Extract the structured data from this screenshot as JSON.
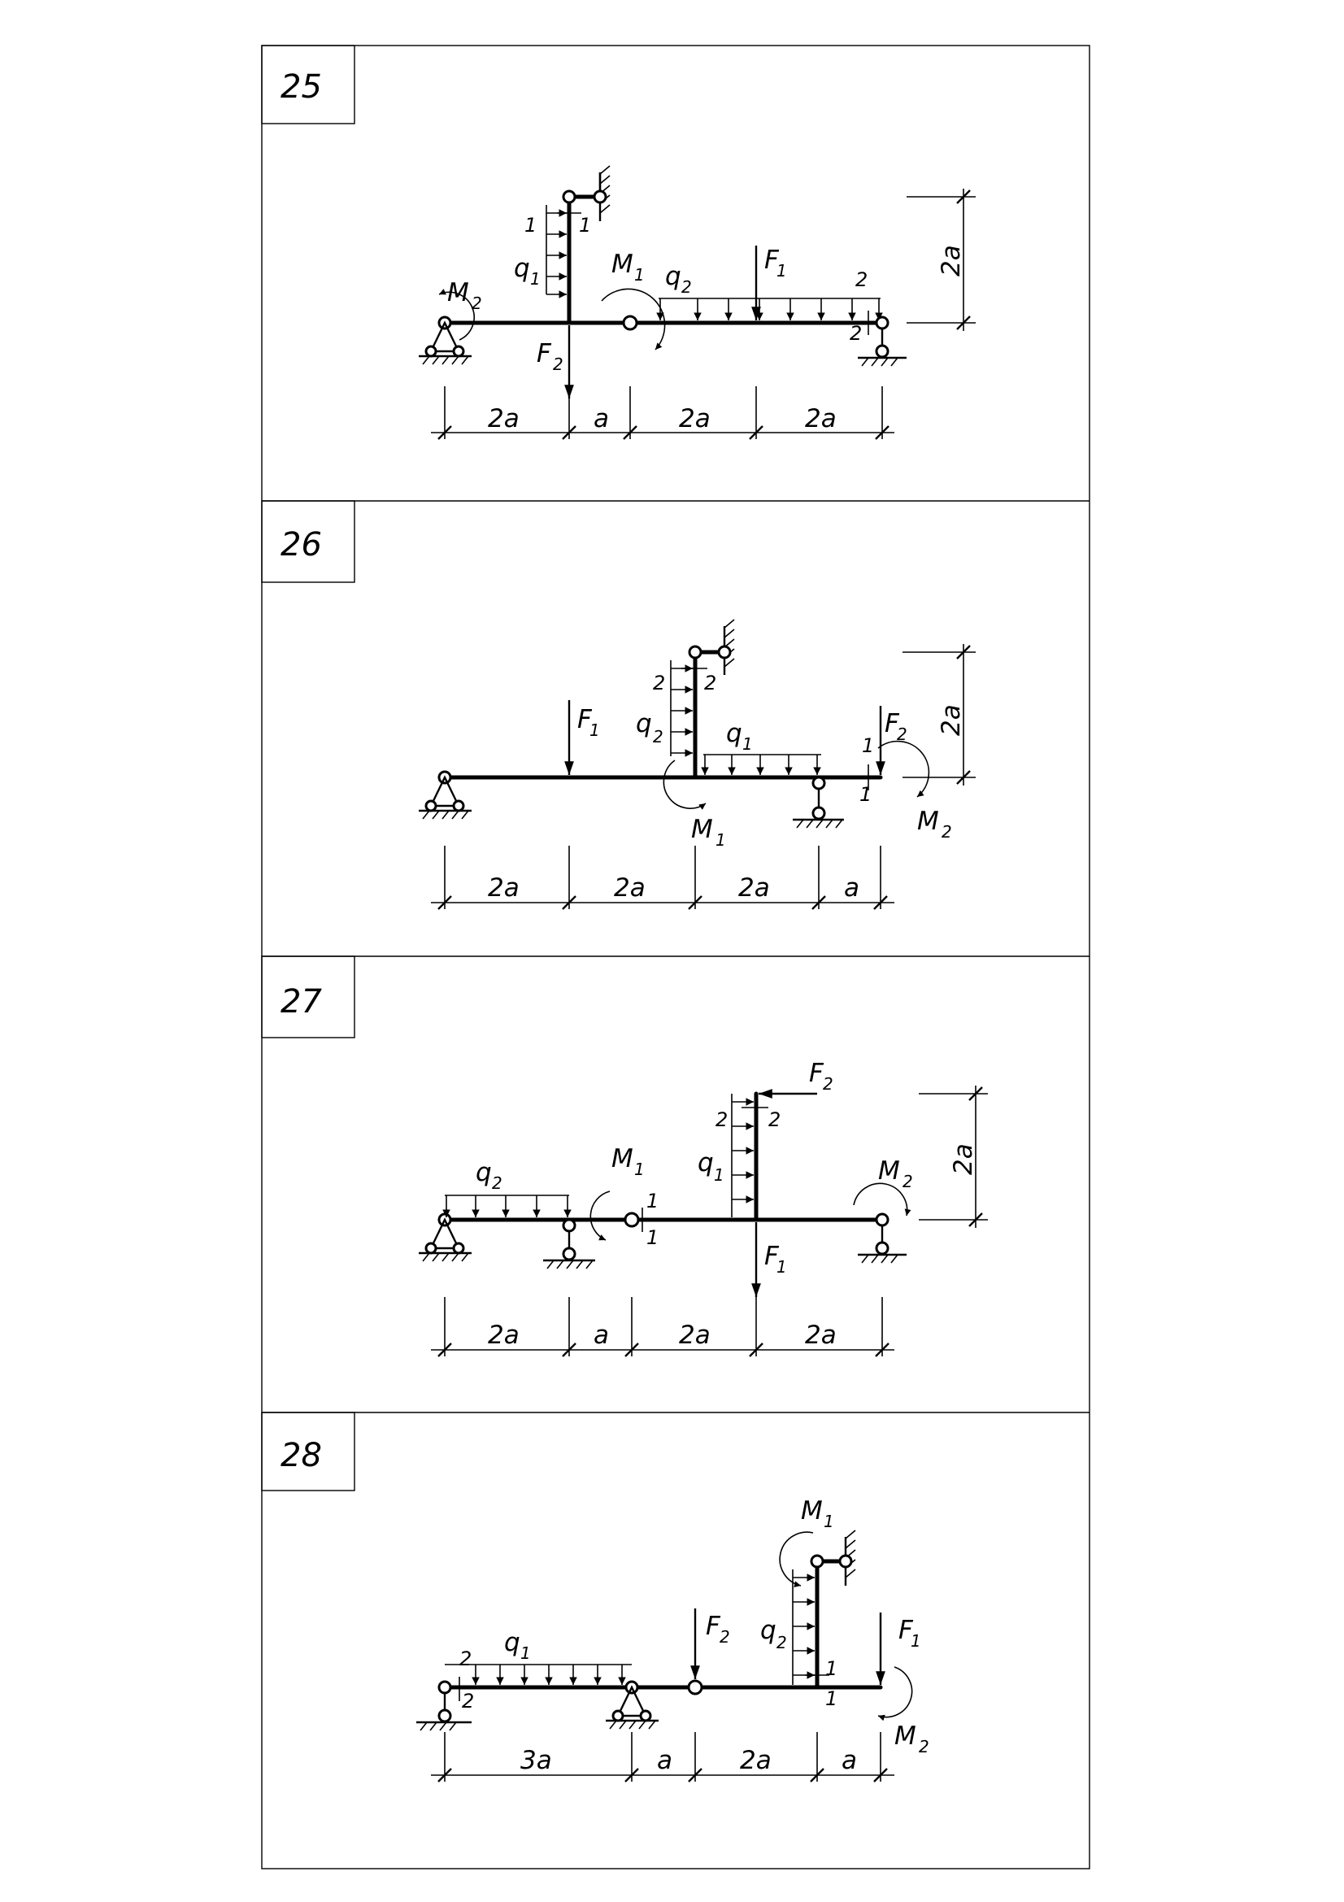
{
  "problems": [
    {
      "number": "25",
      "loads": {
        "M1": "M",
        "M1_sub": "1",
        "M2": "M",
        "M2_sub": "2",
        "F1": "F",
        "F1_sub": "1",
        "F2": "F",
        "F2_sub": "2",
        "q1": "q",
        "q1_sub": "1",
        "q2": "q",
        "q2_sub": "2"
      },
      "section_labels": [
        "1",
        "1",
        "2",
        "2"
      ],
      "height_dim": "2a",
      "dims": [
        "2a",
        "a",
        "2a",
        "2a"
      ]
    },
    {
      "number": "26",
      "loads": {
        "M1": "M",
        "M1_sub": "1",
        "M2": "M",
        "M2_sub": "2",
        "F1": "F",
        "F1_sub": "1",
        "F2": "F",
        "F2_sub": "2",
        "q1": "q",
        "q1_sub": "1",
        "q2": "q",
        "q2_sub": "2"
      },
      "section_labels": [
        "2",
        "2",
        "1",
        "1"
      ],
      "height_dim": "2a",
      "dims": [
        "2a",
        "2a",
        "2a",
        "a"
      ]
    },
    {
      "number": "27",
      "loads": {
        "M1": "M",
        "M1_sub": "1",
        "M2": "M",
        "M2_sub": "2",
        "F1": "F",
        "F1_sub": "1",
        "F2": "F",
        "F2_sub": "2",
        "q1": "q",
        "q1_sub": "1",
        "q2": "q",
        "q2_sub": "2"
      },
      "section_labels": [
        "1",
        "1",
        "2",
        "2"
      ],
      "height_dim": "2a",
      "dims": [
        "2a",
        "a",
        "2a",
        "2a"
      ]
    },
    {
      "number": "28",
      "loads": {
        "M1": "M",
        "M1_sub": "1",
        "M2": "M",
        "M2_sub": "2",
        "F1": "F",
        "F1_sub": "1",
        "F2": "F",
        "F2_sub": "2",
        "q1": "q",
        "q1_sub": "1",
        "q2": "q",
        "q2_sub": "2"
      },
      "section_labels": [
        "2",
        "2",
        "1",
        "1"
      ],
      "dims": [
        "3a",
        "a",
        "2a",
        "a"
      ]
    }
  ]
}
